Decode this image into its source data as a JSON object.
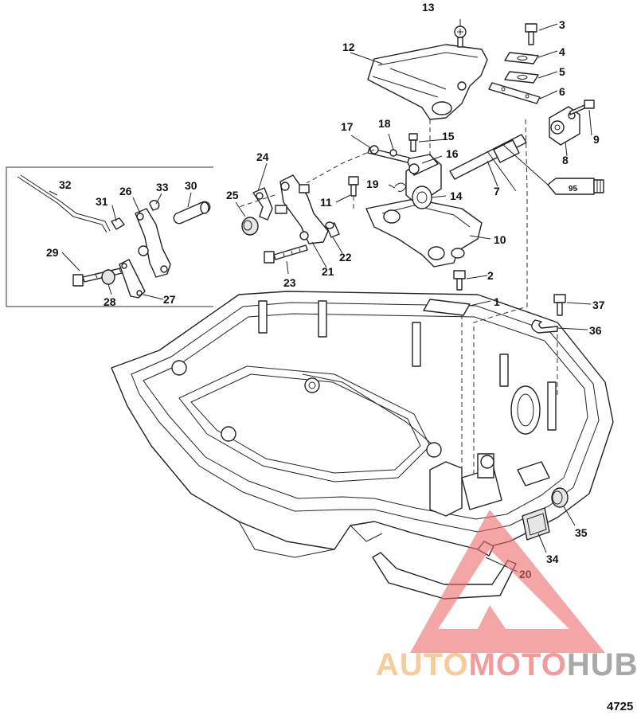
{
  "parts": [
    {
      "id": "p1",
      "label": "1"
    },
    {
      "id": "p2",
      "label": "2"
    },
    {
      "id": "p3",
      "label": "3"
    },
    {
      "id": "p4",
      "label": "4"
    },
    {
      "id": "p5",
      "label": "5"
    },
    {
      "id": "p6",
      "label": "6"
    },
    {
      "id": "p7",
      "label": "7"
    },
    {
      "id": "p8",
      "label": "8"
    },
    {
      "id": "p9",
      "label": "9"
    },
    {
      "id": "p10",
      "label": "10"
    },
    {
      "id": "p11",
      "label": "11"
    },
    {
      "id": "p12",
      "label": "12"
    },
    {
      "id": "p13",
      "label": "13"
    },
    {
      "id": "p14",
      "label": "14"
    },
    {
      "id": "p15",
      "label": "15"
    },
    {
      "id": "p16",
      "label": "16"
    },
    {
      "id": "p17",
      "label": "17"
    },
    {
      "id": "p18",
      "label": "18"
    },
    {
      "id": "p19",
      "label": "19"
    },
    {
      "id": "p20",
      "label": "20"
    },
    {
      "id": "p21",
      "label": "21"
    },
    {
      "id": "p22",
      "label": "22"
    },
    {
      "id": "p23",
      "label": "23"
    },
    {
      "id": "p24",
      "label": "24"
    },
    {
      "id": "p25",
      "label": "25"
    },
    {
      "id": "p26",
      "label": "26"
    },
    {
      "id": "p27",
      "label": "27"
    },
    {
      "id": "p28",
      "label": "28"
    },
    {
      "id": "p29",
      "label": "29"
    },
    {
      "id": "p30",
      "label": "30"
    },
    {
      "id": "p31",
      "label": "31"
    },
    {
      "id": "p32",
      "label": "32"
    },
    {
      "id": "p33",
      "label": "33"
    },
    {
      "id": "p34",
      "label": "34"
    },
    {
      "id": "p35",
      "label": "35"
    },
    {
      "id": "p36",
      "label": "36"
    },
    {
      "id": "p37",
      "label": "37"
    }
  ],
  "sealant_tube_label": "95",
  "figure_number": "4725",
  "watermark": {
    "part1": "AUTO",
    "part2": "MOTO",
    "part3": "HUB",
    "color1": "#f5c48a",
    "color2": "#f08a8a",
    "color3": "#9a9a9a",
    "triangle_color": "#ee6a6a"
  }
}
